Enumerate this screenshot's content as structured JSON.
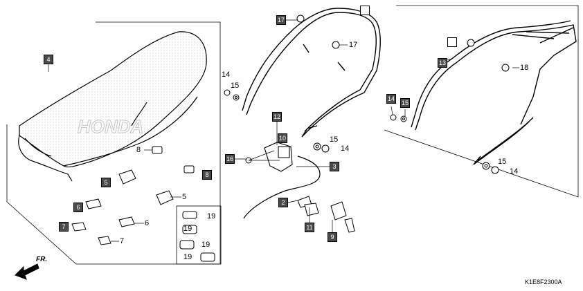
{
  "diagram": {
    "code": "K1E8F2300A",
    "direction_label": "FR.",
    "brand_watermark": "HONDA",
    "callouts": {
      "b4": "4",
      "b5": "5",
      "b6": "6",
      "b7": "7",
      "b8": "8",
      "b17": "17",
      "b12": "12",
      "b10": "10",
      "b16": "16",
      "b3": "3",
      "b2": "2",
      "b11": "11",
      "b9": "9",
      "b13": "13",
      "b14": "14",
      "b15": "15",
      "b1a": "",
      "b1b": ""
    },
    "labels": {
      "l8": "8",
      "l5": "5",
      "l6": "6",
      "l7": "7",
      "l19a": "19",
      "l19b": "19",
      "l19c": "19",
      "l19d": "19",
      "l14a": "14",
      "l15a": "15",
      "l17": "17",
      "l15b": "15",
      "l14b": "14",
      "l18": "18",
      "l15c": "15",
      "l14c": "14"
    }
  }
}
